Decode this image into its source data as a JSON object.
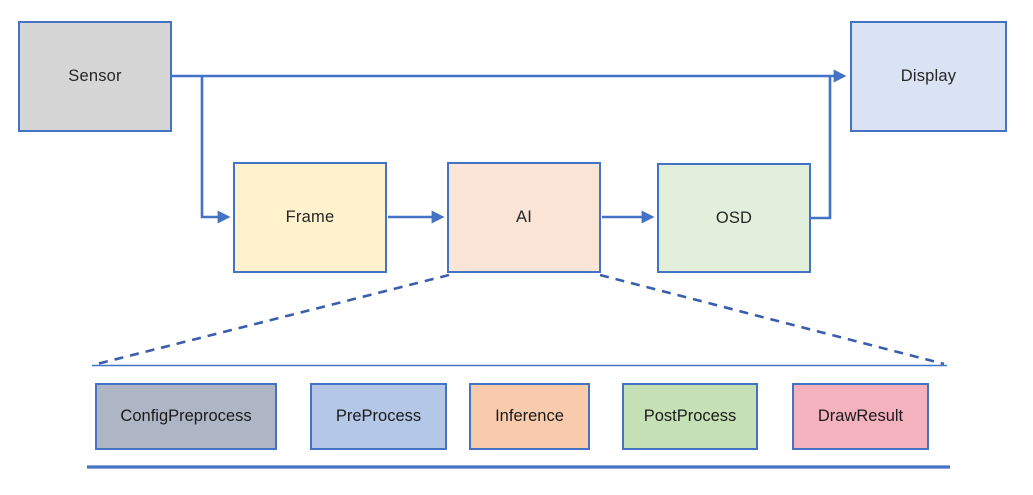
{
  "diagram_title": "",
  "nodes": {
    "sensor": {
      "label": "Sensor",
      "fill": "#d6d6d6"
    },
    "display": {
      "label": "Display",
      "fill": "#dae3f3"
    },
    "frame": {
      "label": "Frame",
      "fill": "#fff2cc"
    },
    "ai": {
      "label": "AI",
      "fill": "#fbe5d6"
    },
    "osd": {
      "label": "OSD",
      "fill": "#e2efda"
    }
  },
  "ai_detail": {
    "items": [
      {
        "label": "ConfigPreprocess",
        "fill": "#aeb6c6"
      },
      {
        "label": "PreProcess",
        "fill": "#b4c7e7"
      },
      {
        "label": "Inference",
        "fill": "#f8cbad"
      },
      {
        "label": "PostProcess",
        "fill": "#c5e0b4"
      },
      {
        "label": "DrawResult",
        "fill": "#f3b2bd"
      }
    ]
  },
  "colors": {
    "connector": "#4472c4",
    "dashed_connector": "#3a5ead",
    "node_border": "#4472c4",
    "text": "#262626"
  }
}
